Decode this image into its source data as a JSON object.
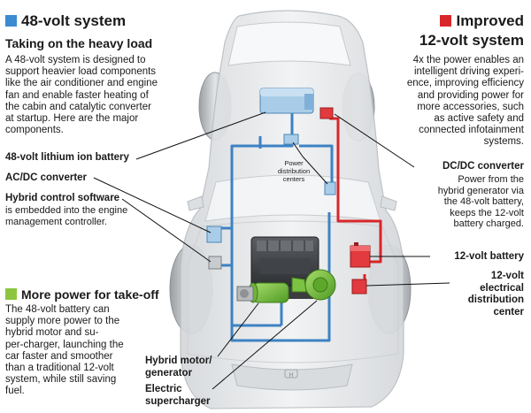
{
  "left_section": {
    "title": "48-volt system",
    "subtitle": "Taking on the heavy load",
    "body": "A 48-volt system is designed to\nsupport heavier load components\nlike the air conditioner and engine\nfan and enable faster heating of\nthe cabin and catalytic converter\nat startup. Here are the major\ncomponents.",
    "color": "#3b8bd0"
  },
  "right_section": {
    "title_line1": "Improved",
    "title_line2": "12-volt system",
    "body": "4x the power enables an\nintelligent driving experi-\nence, improving efficiency\nand providing power for\nmore accessories, such\nas active safety and\nconnected infotainment\nsystems.",
    "color": "#d8262b"
  },
  "green_section": {
    "title": "More power for take-off",
    "body": "The 48-volt battery can\nsupply more power to the\nhybrid motor and su-\nper-charger, launching the\ncar faster and smoother\nthan a traditional 12-volt\nsystem, while still saving\nfuel.",
    "color": "#8cc63f"
  },
  "labels": {
    "battery48": "48-volt lithium ion battery",
    "acdc": "AC/DC converter",
    "hybrid_software_title": "Hybrid control software",
    "hybrid_software_body": "is embedded into the engine\nmanagement controller.",
    "power_dist": "Power\ndistribution\ncenters",
    "dcdc_title": "DC/DC converter",
    "dcdc_body": "Power from the\nhybrid generator via\nthe 48-volt battery,\nkeeps the 12-volt\nbattery charged.",
    "battery12": "12-volt battery",
    "dist12": "12-volt\nelectrical\ndistribution\ncenter",
    "hybrid_motor": "Hybrid motor/\ngenerator",
    "supercharger": "Electric\nsupercharger"
  },
  "colors": {
    "wire_48v": "#3d82c4",
    "wire_12v": "#d8262b",
    "component_green": "#7cc242",
    "car_body": "#e4e6e8"
  }
}
